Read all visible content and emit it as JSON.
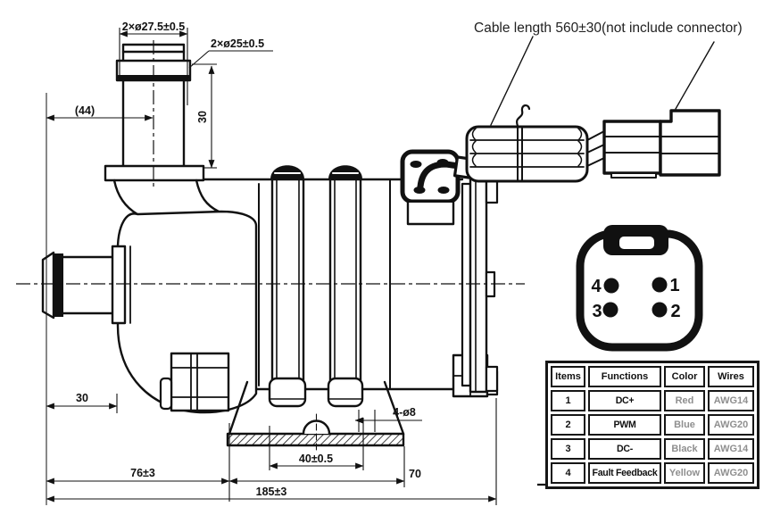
{
  "note": {
    "cable_length": "Cable length 560±30(not include connector)"
  },
  "dimensions": {
    "top_port_outer": "2×ø27.5±0.5",
    "top_port_inner": "2×ø25±0.5",
    "port_offset": "(44)",
    "top_port_height": "30",
    "inlet_offset": "30",
    "body_length": "76±3",
    "base_right": "70",
    "overall_length": "185±3",
    "hole_spacing": "40±0.5",
    "mounting_holes": "4-ø8"
  },
  "connector_face": {
    "pin_top_left": "4",
    "pin_top_right": "1",
    "pin_bottom_left": "3",
    "pin_bottom_right": "2"
  },
  "pinout_table": {
    "headers": [
      "Items",
      "Functions",
      "Color",
      "Wires"
    ],
    "rows": [
      {
        "item": "1",
        "function": "DC+",
        "color": "Red",
        "wire": "AWG14"
      },
      {
        "item": "2",
        "function": "PWM",
        "color": "Blue",
        "wire": "AWG20"
      },
      {
        "item": "3",
        "function": "DC-",
        "color": "Black",
        "wire": "AWG14"
      },
      {
        "item": "4",
        "function": "Fault Feedback",
        "color": "Yellow",
        "wire": "AWG20"
      }
    ]
  },
  "colors": {
    "line": "#111111",
    "muted_text": "#8f8f8f",
    "background": "#ffffff"
  }
}
